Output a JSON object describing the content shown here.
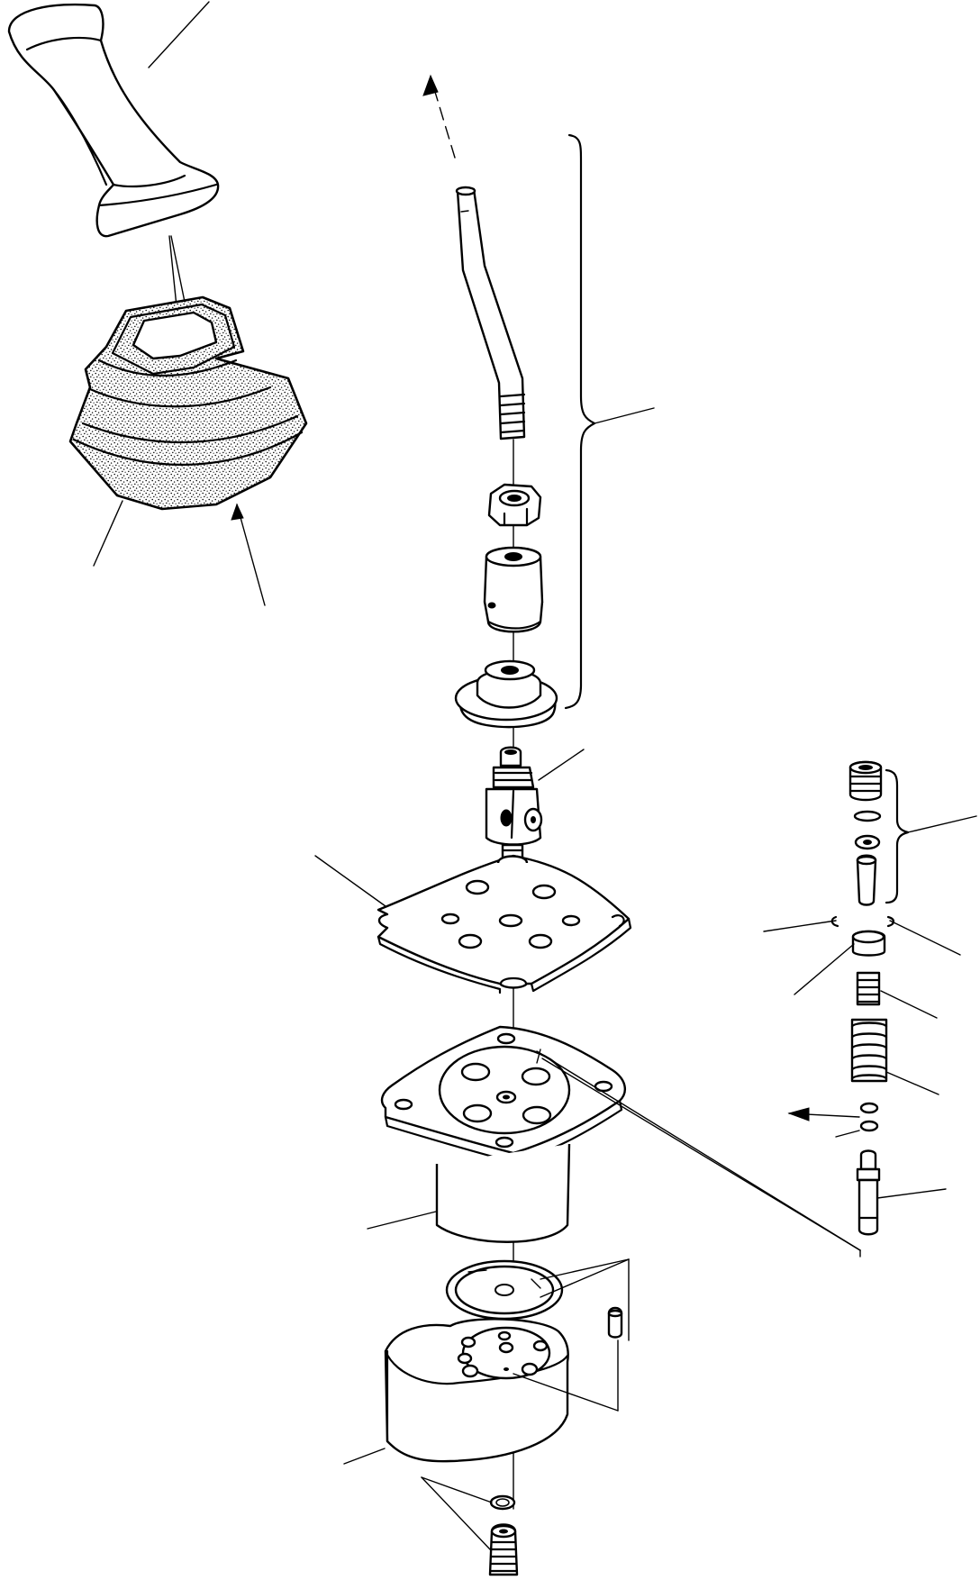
{
  "diagram": {
    "type": "exploded-parts-view",
    "colors": {
      "line": "#000000",
      "background": "#ffffff"
    },
    "parts": [
      "handle-grip",
      "rubber-boot",
      "lever-shaft",
      "hex-nut",
      "bushing",
      "boot-seal",
      "universal-joint",
      "plate",
      "valve-body",
      "gasket",
      "dowel-pin",
      "base-housing",
      "o-ring",
      "fitting",
      "piston-assembly"
    ]
  }
}
